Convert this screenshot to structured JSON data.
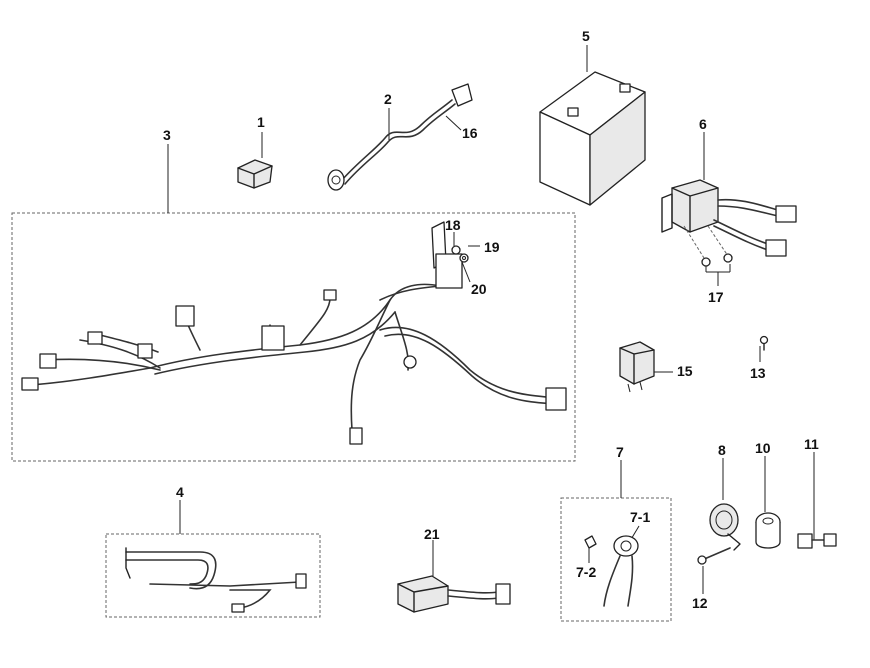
{
  "callouts": {
    "p1": "1",
    "p2": "2",
    "p3": "3",
    "p4": "4",
    "p5": "5",
    "p6": "6",
    "p7": "7",
    "p7_1": "7-1",
    "p7_2": "7-2",
    "p8": "8",
    "p10": "10",
    "p11": "11",
    "p12": "12",
    "p13": "13",
    "p15": "15",
    "p16": "16",
    "p17": "17",
    "p18": "18",
    "p19": "19",
    "p20": "20",
    "p21": "21"
  }
}
